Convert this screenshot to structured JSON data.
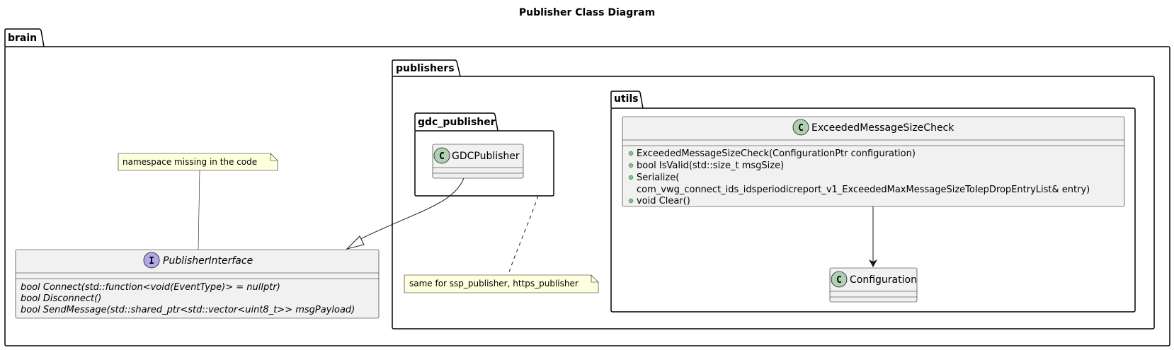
{
  "diagram": {
    "title": "Publisher Class Diagram",
    "packages": {
      "brain": "brain",
      "publishers": "publishers",
      "gdc_publisher": "gdc_publisher",
      "utils": "utils"
    },
    "interface": {
      "stereotype": "I",
      "name": "PublisherInterface",
      "methods": [
        "bool Connect(std::function<void(EventType)> = nullptr)",
        "bool Disconnect()",
        "bool SendMessage(std::shared_ptr<std::vector<uint8_t>> msgPayload)"
      ]
    },
    "gdc_class": {
      "stereotype": "C",
      "name": "GDCPublisher"
    },
    "exceeded_class": {
      "stereotype": "C",
      "name": "ExceededMessageSizeCheck",
      "methods": [
        "ExceededMessageSizeCheck(ConfigurationPtr configuration)",
        "bool IsValid(std::size_t msgSize)",
        "Serialize(",
        "com_vwg_connect_ids_idsperiodicreport_v1_ExceededMaxMessageSizeToIepDropEntryList& entry)",
        "void Clear()"
      ]
    },
    "configuration_class": {
      "stereotype": "C",
      "name": "Configuration"
    },
    "notes": {
      "namespace": "namespace missing in the code",
      "same_for": "same for ssp_publisher, https_publisher"
    },
    "colors": {
      "class_fill": "#F1F1F1",
      "note_fill": "#FEFFDD",
      "class_circle": "#ADD1B2",
      "interface_circle": "#B4A7E5"
    }
  }
}
